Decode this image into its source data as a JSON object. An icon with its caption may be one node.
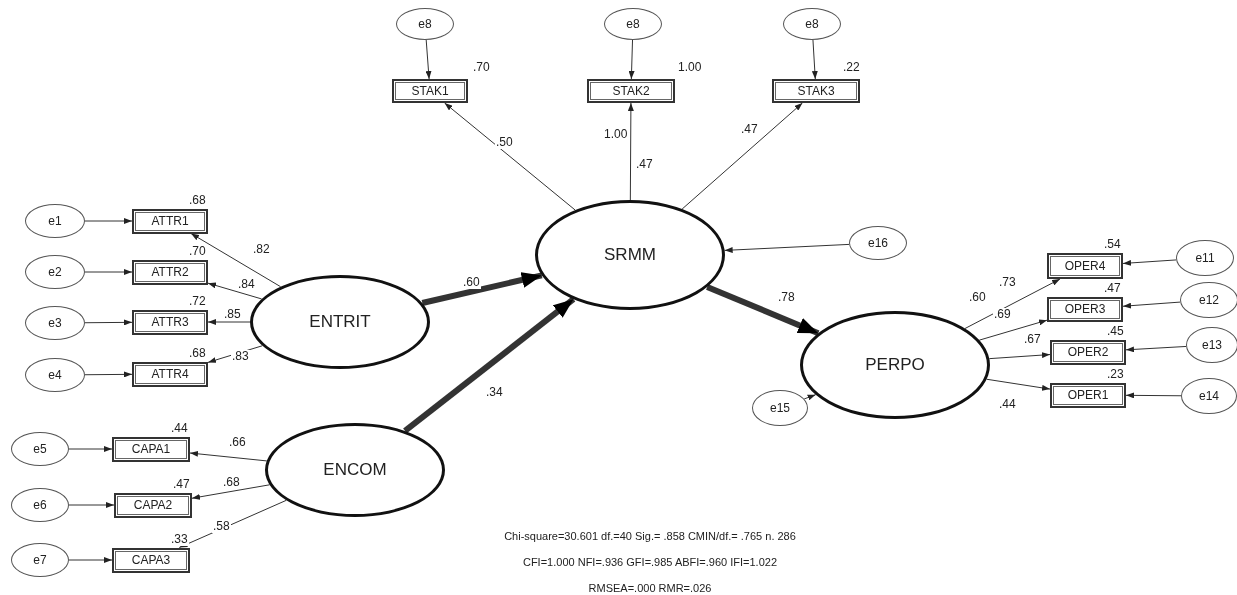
{
  "diagram": {
    "nodes": [
      {
        "text": [
          "e8"
        ]
      },
      {
        "text": [
          "e8"
        ]
      },
      {
        "text": [
          "e8"
        ]
      },
      {
        "text": [
          "STAK1"
        ],
        "beside": [
          ".70"
        ]
      },
      {
        "text": [
          "STAK2"
        ],
        "beside": [
          "1.00"
        ]
      },
      {
        "text": [
          "STAK3"
        ],
        "beside": [
          ".22"
        ]
      },
      {
        "text": [
          "SRMM"
        ]
      },
      {
        "text": [
          "e16"
        ]
      },
      {
        "text": [
          "e1"
        ]
      },
      {
        "text": [
          "e2"
        ]
      },
      {
        "text": [
          "e3"
        ]
      },
      {
        "text": [
          "e4"
        ]
      },
      {
        "text": [
          "ATTR1"
        ],
        "beside": [
          ".68"
        ]
      },
      {
        "text": [
          "ATTR2"
        ],
        "beside": [
          ".70"
        ]
      },
      {
        "text": [
          "ATTR3"
        ],
        "beside": [
          ".72"
        ]
      },
      {
        "text": [
          "ATTR4"
        ],
        "beside": [
          ".68"
        ]
      },
      {
        "text": [
          "ENTRIT"
        ]
      },
      {
        "text": [
          "e5"
        ]
      },
      {
        "text": [
          "e6"
        ]
      },
      {
        "text": [
          "e7"
        ]
      },
      {
        "text": [
          "CAPA1"
        ],
        "beside": [
          ".44"
        ]
      },
      {
        "text": [
          "CAPA2"
        ],
        "beside": [
          ".47"
        ]
      },
      {
        "text": [
          "CAPA3"
        ],
        "beside": [
          ".33"
        ]
      },
      {
        "text": [
          "ENCOM"
        ]
      },
      {
        "text": [
          "PERPO"
        ],
        "beside": [
          ".60"
        ]
      },
      {
        "text": [
          "e15"
        ]
      },
      {
        "text": [
          "OPER4"
        ],
        "beside": [
          ".54"
        ]
      },
      {
        "text": [
          "OPER3"
        ],
        "beside": [
          ".47"
        ]
      },
      {
        "text": [
          "OPER2"
        ],
        "beside": [
          ".45"
        ]
      },
      {
        "text": [
          "OPER1"
        ],
        "beside": [
          ".23"
        ]
      },
      {
        "text": [
          "e11"
        ]
      },
      {
        "text": [
          "e12"
        ]
      },
      {
        "text": [
          "e13"
        ]
      },
      {
        "text": [
          "e14"
        ]
      }
    ],
    "edges": [
      {
        "from": 0,
        "to": 3,
        "arrow": "to"
      },
      {
        "from": 1,
        "to": 4,
        "arrow": "to"
      },
      {
        "from": 2,
        "to": 5,
        "arrow": "to"
      },
      {
        "from": 6,
        "to": 3,
        "arrow": "to",
        "label": ".50"
      },
      {
        "from": 6,
        "to": 4,
        "arrow": "to",
        "label": ".47"
      },
      {
        "from": 6,
        "to": 5,
        "arrow": "to",
        "label": ".47"
      },
      {
        "from": 7,
        "to": 6,
        "arrow": "to"
      },
      {
        "from": 8,
        "to": 12,
        "arrow": "to"
      },
      {
        "from": 9,
        "to": 13,
        "arrow": "to"
      },
      {
        "from": 10,
        "to": 14,
        "arrow": "to"
      },
      {
        "from": 11,
        "to": 15,
        "arrow": "to"
      },
      {
        "from": 16,
        "to": 12,
        "arrow": "to",
        "label": ".82"
      },
      {
        "from": 16,
        "to": 13,
        "arrow": "to",
        "label": ".84"
      },
      {
        "from": 16,
        "to": 14,
        "arrow": "to",
        "label": ".85"
      },
      {
        "from": 16,
        "to": 15,
        "arrow": "to",
        "label": ".83"
      },
      {
        "from": 17,
        "to": 20,
        "arrow": "to"
      },
      {
        "from": 18,
        "to": 21,
        "arrow": "to"
      },
      {
        "from": 19,
        "to": 22,
        "arrow": "to"
      },
      {
        "from": 23,
        "to": 20,
        "arrow": "to",
        "label": ".66"
      },
      {
        "from": 23,
        "to": 21,
        "arrow": "to",
        "label": ".68"
      },
      {
        "from": 23,
        "to": 22,
        "arrow": "to",
        "label": ".58"
      },
      {
        "from": 16,
        "to": 6,
        "arrow": "to",
        "label": ".60",
        "style": "thick"
      },
      {
        "from": 23,
        "to": 6,
        "arrow": "to",
        "label": ".34",
        "style": "thick"
      },
      {
        "from": 6,
        "to": 24,
        "arrow": "to",
        "label": ".78",
        "style": "thick"
      },
      {
        "from": 25,
        "to": 24,
        "arrow": "to"
      },
      {
        "from": 24,
        "to": 26,
        "arrow": "to",
        "label": ".73"
      },
      {
        "from": 24,
        "to": 27,
        "arrow": "to",
        "label": ".69"
      },
      {
        "from": 24,
        "to": 28,
        "arrow": "to",
        "label": ".67"
      },
      {
        "from": 24,
        "to": 29,
        "arrow": "to",
        "label": ".44"
      },
      {
        "from": 30,
        "to": 26,
        "arrow": "to"
      },
      {
        "from": 31,
        "to": 27,
        "arrow": "to"
      },
      {
        "from": 32,
        "to": 28,
        "arrow": "to"
      },
      {
        "from": 33,
        "to": 29,
        "arrow": "to"
      }
    ],
    "labels": [
      "1.00",
      "Chi-square=30.601 df.=40 Sig.= .858 CMIN/df.= .765 n. 286",
      "CFI=1.000 NFI=.936 GFI=.985 ABFI=.960 IFI=1.022",
      "RMSEA=.000 RMR=.026"
    ]
  }
}
